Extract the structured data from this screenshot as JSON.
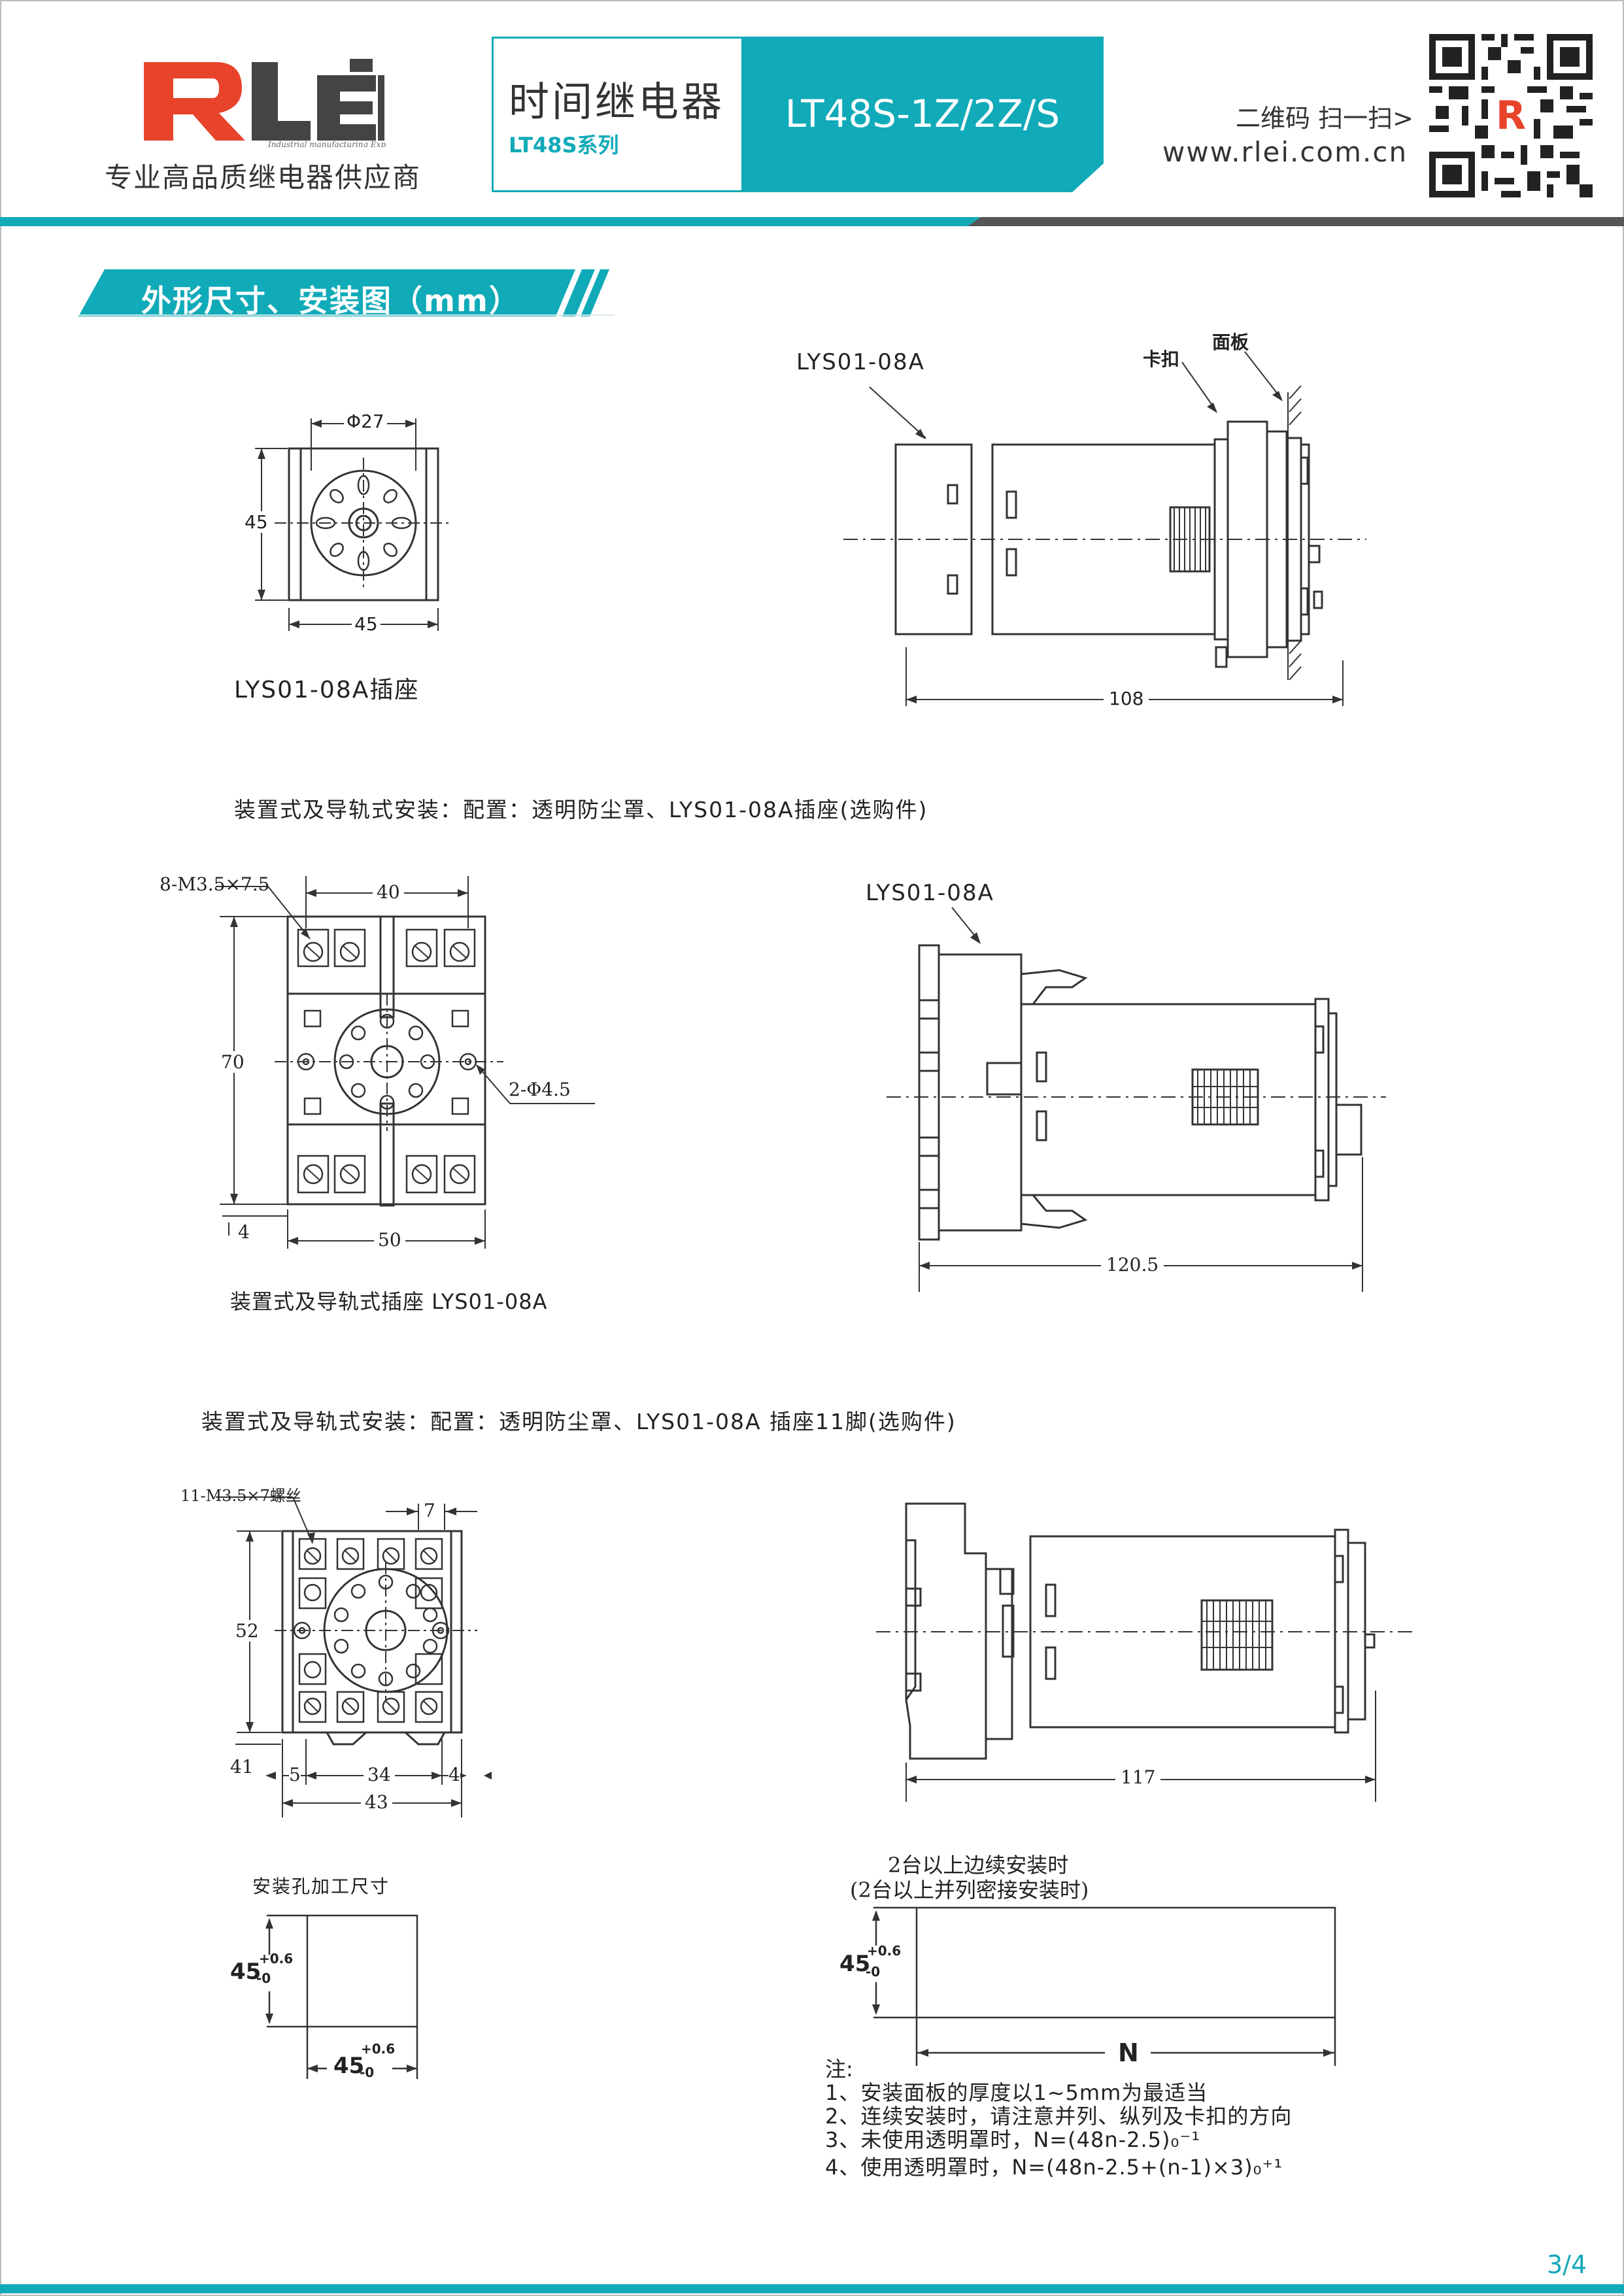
{
  "brand": {
    "logo_text": "RLEi",
    "logo_tagline": "Industrial manufacturing Export",
    "slogan": "专业高品质继电器供应商"
  },
  "title": {
    "product_cn": "时间继电器",
    "series": "LT48S系列",
    "model": "LT48S-1Z/2Z/S"
  },
  "contact": {
    "scan": "二维码 扫一扫>",
    "url": "www.rlei.com.cn"
  },
  "section": {
    "title": "外形尺寸、安装图（mm）"
  },
  "drawing1": {
    "socket_label": "LYS01-08A插座",
    "phi": "Φ27",
    "h": "45",
    "w": "45",
    "side_label": "LYS01-08A",
    "clip": "卡扣",
    "panel": "面板",
    "length": "108"
  },
  "drawing2": {
    "caption": "装置式及导轨式安装：配置：透明防尘罩、LYS01-08A插座(选购件)",
    "screw": "8-M3.5×7.5",
    "w40": "40",
    "h70": "70",
    "hole": "2-Φ4.5",
    "d4": "4",
    "w50": "50",
    "socket_label": "装置式及导轨式插座 LYS01-08A",
    "side_label": "LYS01-08A",
    "length": "120.5"
  },
  "drawing3": {
    "caption": "装置式及导轨式安装：配置：透明防尘罩、LYS01-08A 插座11脚(选购件)",
    "screw": "11-M3.5×7螺丝",
    "d7": "7",
    "h52": "52",
    "d41": "41",
    "d5": "5",
    "w34": "34",
    "d4": "4",
    "w43": "43",
    "length": "117"
  },
  "cutout": {
    "label": "安装孔加工尺寸",
    "h": "45",
    "w": "45",
    "tol_plus": "+0.6",
    "tol_zero": "-0"
  },
  "multi": {
    "line1": "2台以上边续安装时",
    "line2": "(2台以上并列密接安装时)",
    "h": "45",
    "n": "N"
  },
  "notes": {
    "head": "注:",
    "items": [
      "1、安装面板的厚度以1~5mm为最适当",
      "2、连续安装时，请注意并列、纵列及卡扣的方向",
      "3、未使用透明罩时，N=(48n-2.5)₀⁻¹",
      "4、使用透明罩时，N=(48n-2.5+(n-1)×3)₀⁺¹"
    ]
  },
  "page": {
    "number": "3/4"
  },
  "colors": {
    "accent": "#10aab8",
    "brand_red": "#e8442c",
    "dark": "#444444"
  }
}
